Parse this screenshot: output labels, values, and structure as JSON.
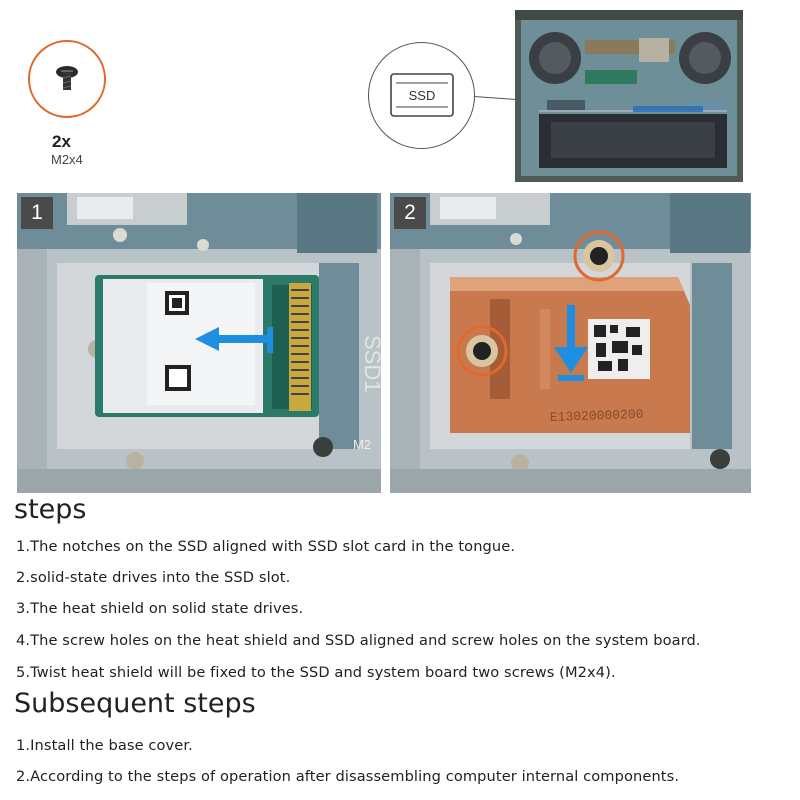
{
  "header": {
    "screw_qty": "2x",
    "screw_type": "M2x4",
    "ssd_badge": "SSD"
  },
  "panels": [
    {
      "step": "1",
      "slot_label": "SSD1",
      "corner_label": "M2"
    },
    {
      "step": "2",
      "shield_code": "E13020000200"
    }
  ],
  "steps": {
    "heading": "steps",
    "items": [
      "1.The notches on the SSD aligned with SSD slot card in the tongue.",
      "2.solid-state drives into the SSD slot.",
      "3.The heat shield on solid state drives.",
      "4.The screw holes on the heat shield and SSD aligned and screw holes on the system board.",
      "5.Twist heat shield will be fixed to the SSD and system board two screws (M2x4)."
    ]
  },
  "subsequent": {
    "heading": "Subsequent steps",
    "items": [
      "1.Install the base cover.",
      "2.According to the steps of operation after disassembling computer internal components."
    ]
  },
  "colors": {
    "accent_orange": "#e06a2e",
    "arrow_blue": "#1e8fe0",
    "copper": "#c87a4e",
    "board_teal": "#5f8c95"
  }
}
